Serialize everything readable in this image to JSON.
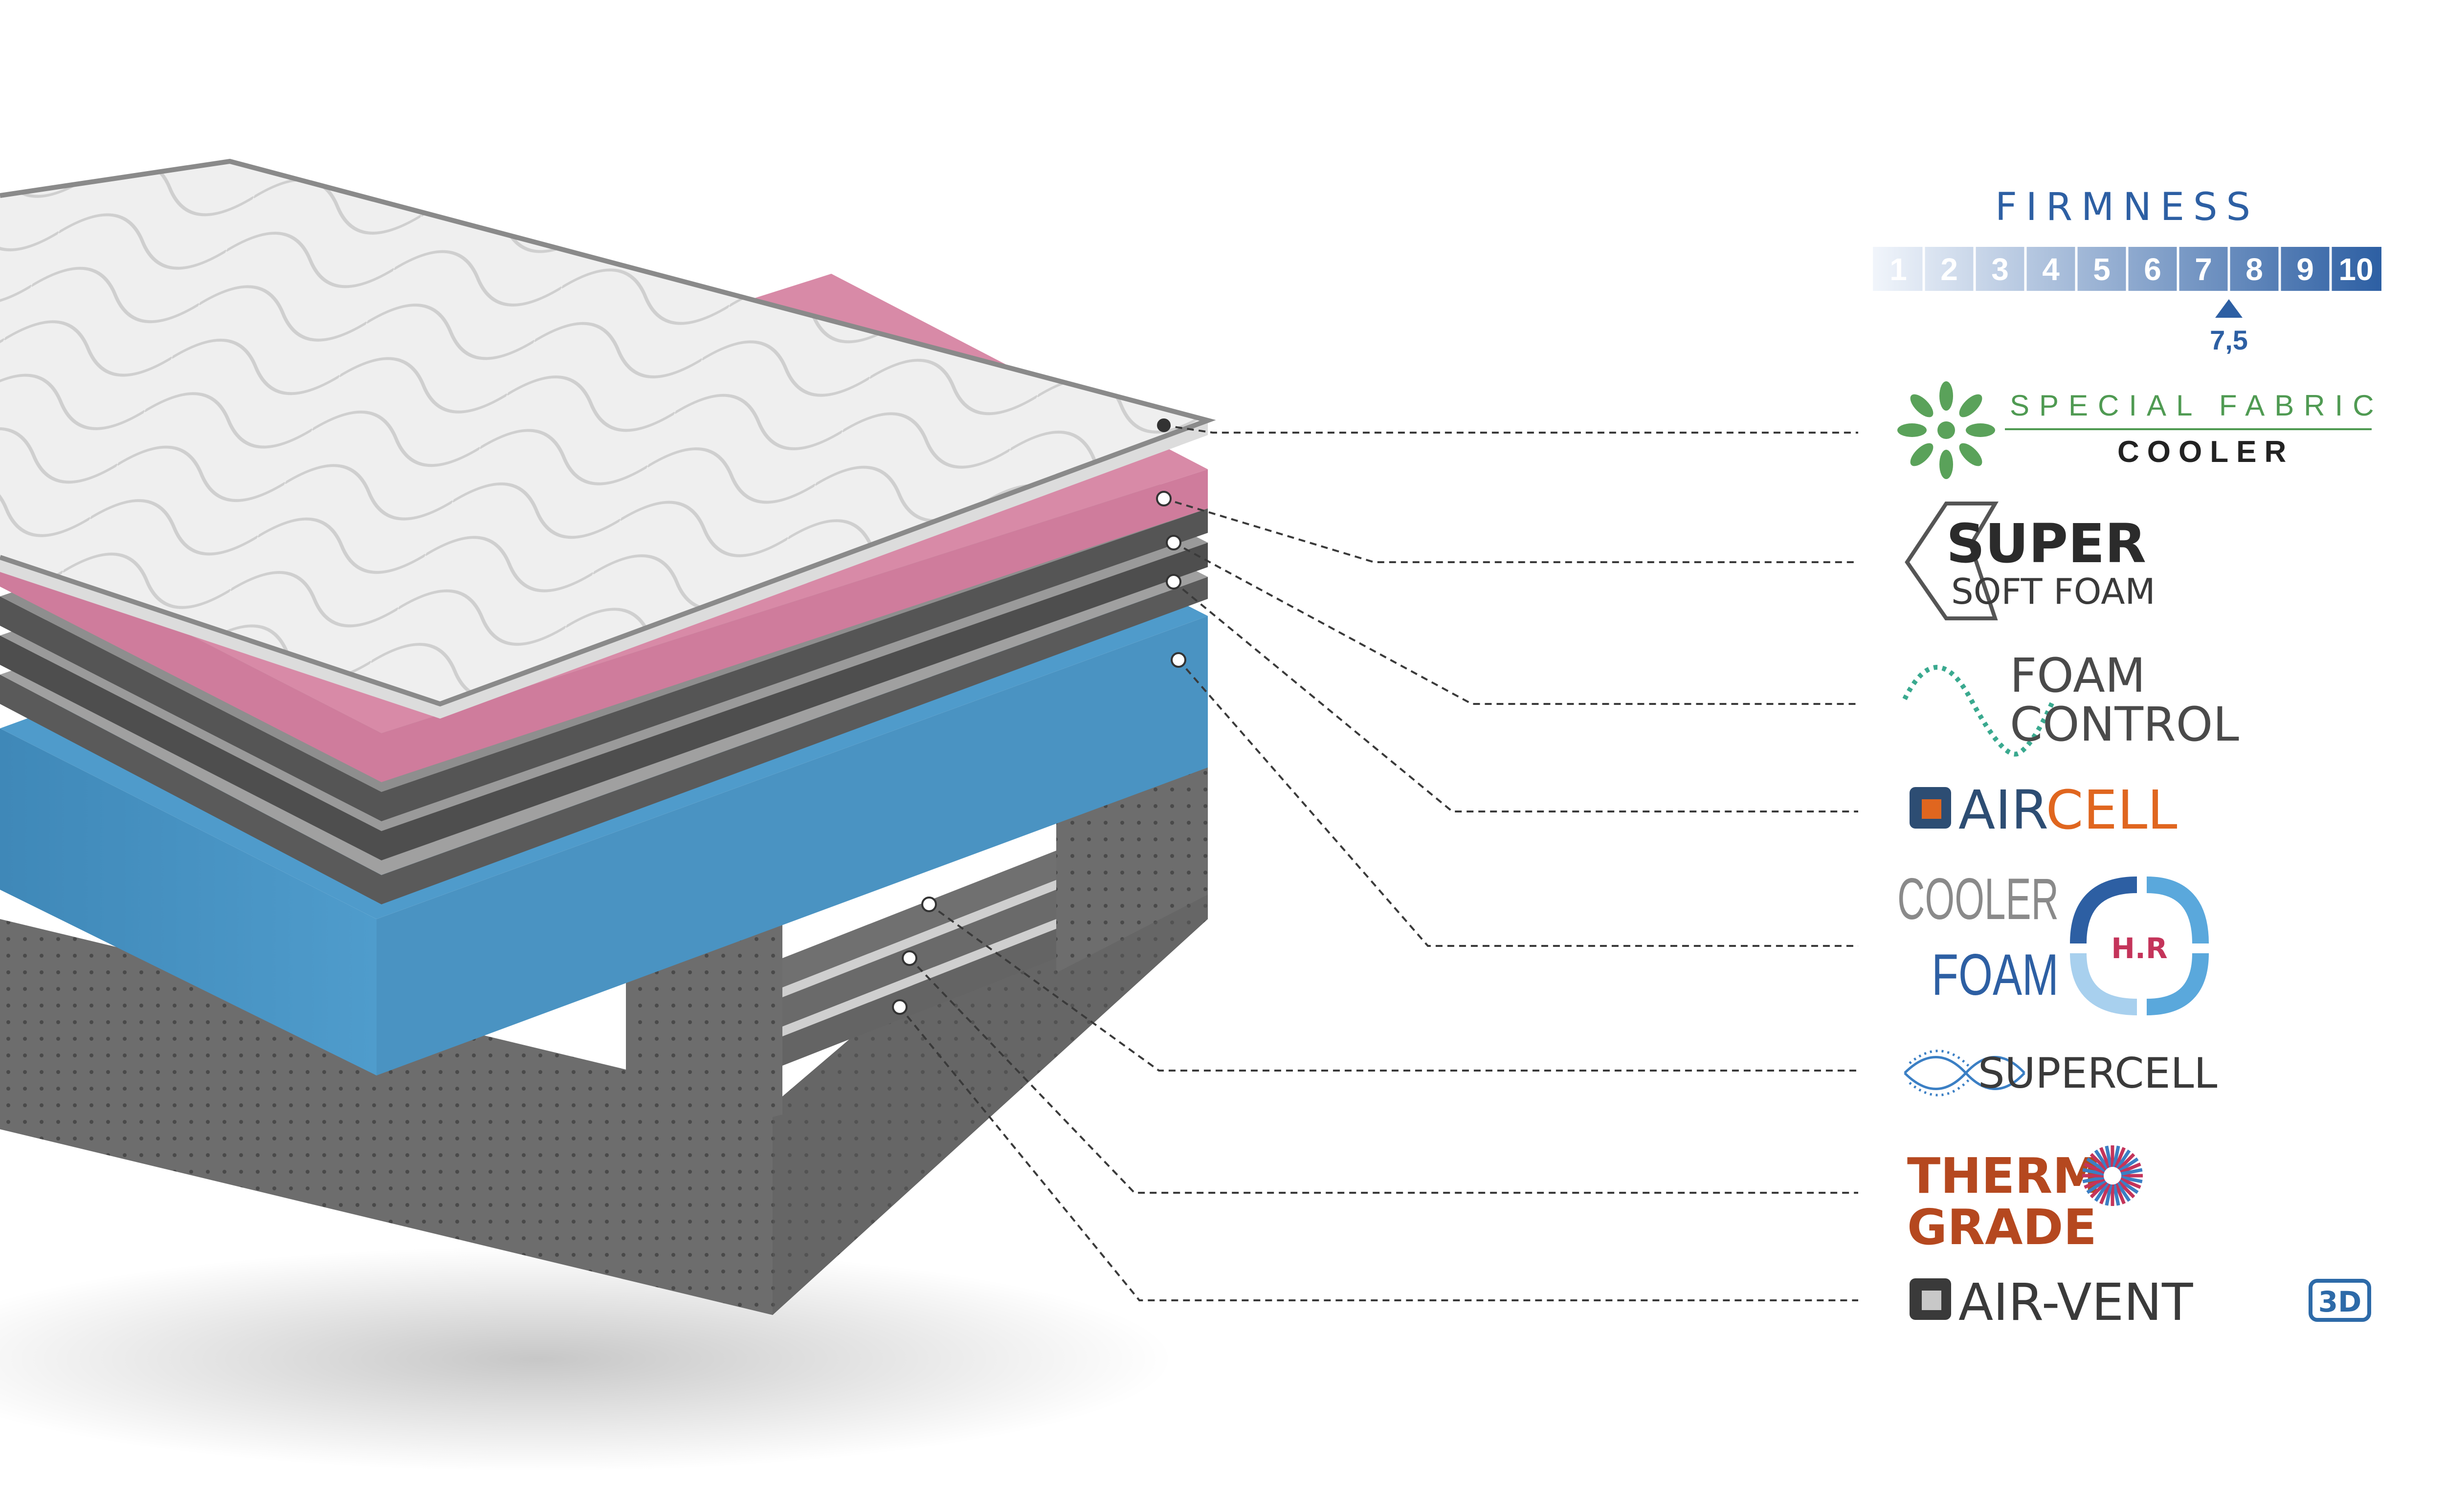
{
  "firmness": {
    "title": "FIRMNESS",
    "scale": [
      "1",
      "2",
      "3",
      "4",
      "5",
      "6",
      "7",
      "8",
      "9",
      "10"
    ],
    "value_label": "7,5",
    "value": 7.5
  },
  "layers": {
    "special_fabric": {
      "line1": "SPECIAL FABRIC",
      "line2": "COOLER",
      "color": "#4f9a52"
    },
    "super_soft_foam": {
      "line1": "SUPER",
      "line2": "SOFT FOAM",
      "color": "#2b2b2b"
    },
    "foam_control": {
      "line1": "FOAM",
      "line2": "CONTROL",
      "color": "#4a4a4a",
      "accent": "#3aa98f"
    },
    "aircell": {
      "part1": "AIR",
      "part2": "CELL",
      "color1": "#2d4d73",
      "color2": "#e0661f"
    },
    "cooler_foam": {
      "line1": "COOLER",
      "line2": "FOAM",
      "badge": "H.R",
      "color1": "#8a8a8a",
      "color2": "#2d5fa3",
      "badge_color": "#c4345a",
      "arrow_color": "#5aa8dc"
    },
    "supercell": {
      "text": "SUPERCELL",
      "color": "#3a3a3a",
      "accent": "#3b7fc4"
    },
    "thermo_grade": {
      "line1": "THERM",
      "line2": "GRADE",
      "color": "#b5481f"
    },
    "air_vent": {
      "part1": "AIR",
      "sep": "-",
      "part2": "VENT",
      "badge": "3D",
      "color": "#3a3a3a",
      "badge_color": "#2d6aa8"
    }
  },
  "colors": {
    "pink_layer": "#d88aa7",
    "blue_layer": "#4a93c2",
    "gray_layer": "#6b6b6b",
    "base_fabric": "#6a6a6a",
    "top_quilt": "#eeeeee",
    "leader_line": "#3a3a3a"
  }
}
